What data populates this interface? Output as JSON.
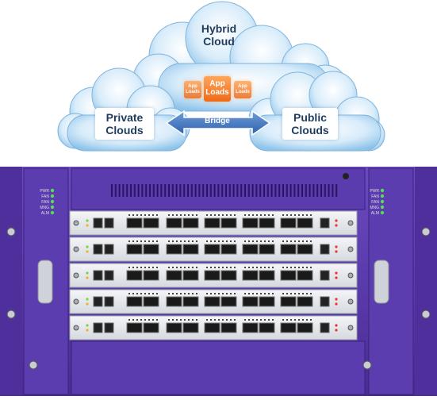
{
  "clouds": {
    "hybrid": "Hybrid Cloud",
    "hybrid_line1": "Hybrid",
    "hybrid_line2": "Cloud",
    "private_line1": "Private",
    "private_line2": "Clouds",
    "public_line1": "Public",
    "public_line2": "Clouds",
    "bridge": "Bridge",
    "app_line1": "App",
    "app_line2": "Loads"
  },
  "chassis": {
    "leds": [
      "PWR",
      "FAN",
      "FAN",
      "MNG",
      "ALM"
    ],
    "card_count": 5,
    "accent_color": "#5a3aa8",
    "card_color": "#e9ebee"
  }
}
